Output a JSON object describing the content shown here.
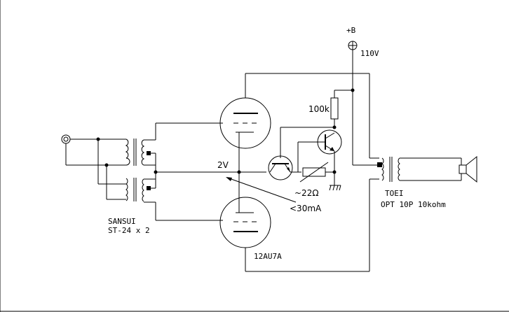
{
  "labels": {
    "supply": "+B",
    "supply_voltage": "110V",
    "resistor_top": "100k",
    "bias_voltage": "2V",
    "sense_resistor": "~22Ω",
    "current": "<30mA",
    "input_transformer_brand": "SANSUI",
    "input_transformer_model": "ST-24 x 2",
    "tube": "12AU7A",
    "output_transformer_brand": "TOEI",
    "output_transformer_model": "OPT 10P 10kohm"
  },
  "colors": {
    "ink": "#000000",
    "background": "#ffffff"
  }
}
